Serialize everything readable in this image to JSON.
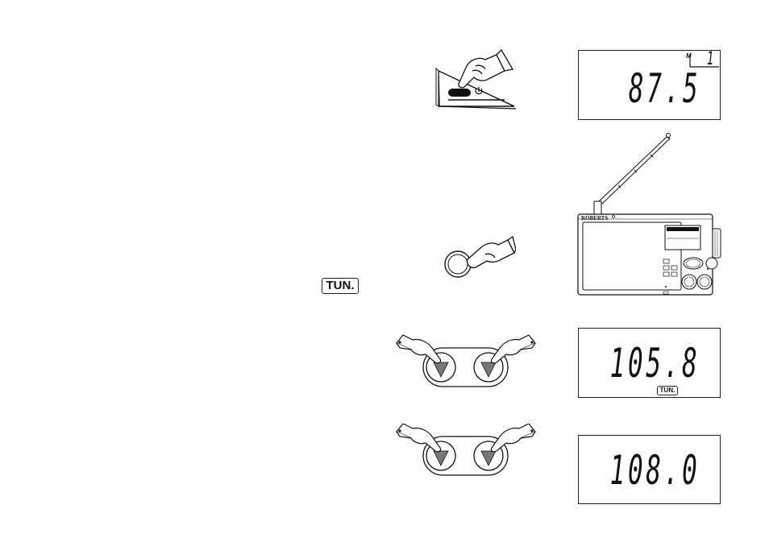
{
  "tun_button": {
    "label": "TUN."
  },
  "displays": [
    {
      "frequency": "87.5",
      "memory_indicator": "M",
      "memory_number": "1"
    },
    {
      "frequency": "105.8",
      "tun_label": "TUN."
    },
    {
      "frequency": "108.0"
    }
  ],
  "radio": {
    "brand": "ROBERTS"
  }
}
